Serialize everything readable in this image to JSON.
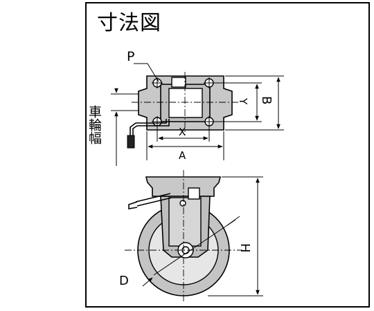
{
  "title": "寸法図",
  "labels": {
    "p": "P",
    "x": "X",
    "a": "A",
    "y": "Y",
    "b": "B",
    "h": "H",
    "d": "D",
    "wheel_width": "車輪幅"
  },
  "colors": {
    "line": "#000000",
    "fill_grey": "#c8c8c8",
    "fill_dark_grey": "#b4b4b4",
    "background": "#ffffff"
  }
}
